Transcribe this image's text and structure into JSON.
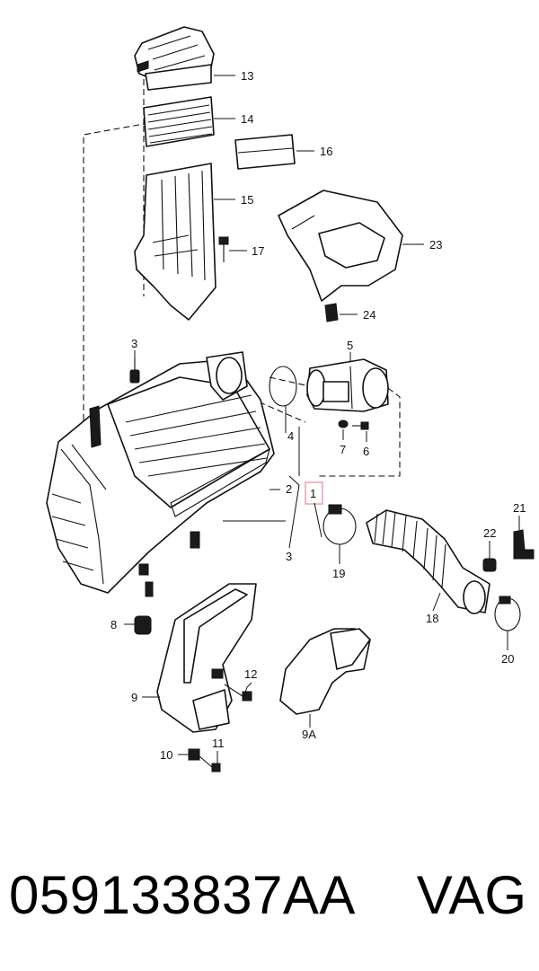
{
  "diagram": {
    "callouts": {
      "c1": "1",
      "c2": "2",
      "c3a": "3",
      "c3b": "3",
      "c4": "4",
      "c5": "5",
      "c6": "6",
      "c7": "7",
      "c8": "8",
      "c9": "9",
      "c9a": "9A",
      "c10": "10",
      "c11": "11",
      "c12": "12",
      "c13": "13",
      "c14": "14",
      "c15": "15",
      "c16": "16",
      "c17": "17",
      "c18": "18",
      "c19": "19",
      "c20": "20",
      "c21": "21",
      "c22": "22",
      "c23": "23",
      "c24": "24"
    },
    "highlight_color": "#e8a0a8"
  },
  "footer": {
    "part_number": "059133837AA",
    "brand": "VAG"
  }
}
